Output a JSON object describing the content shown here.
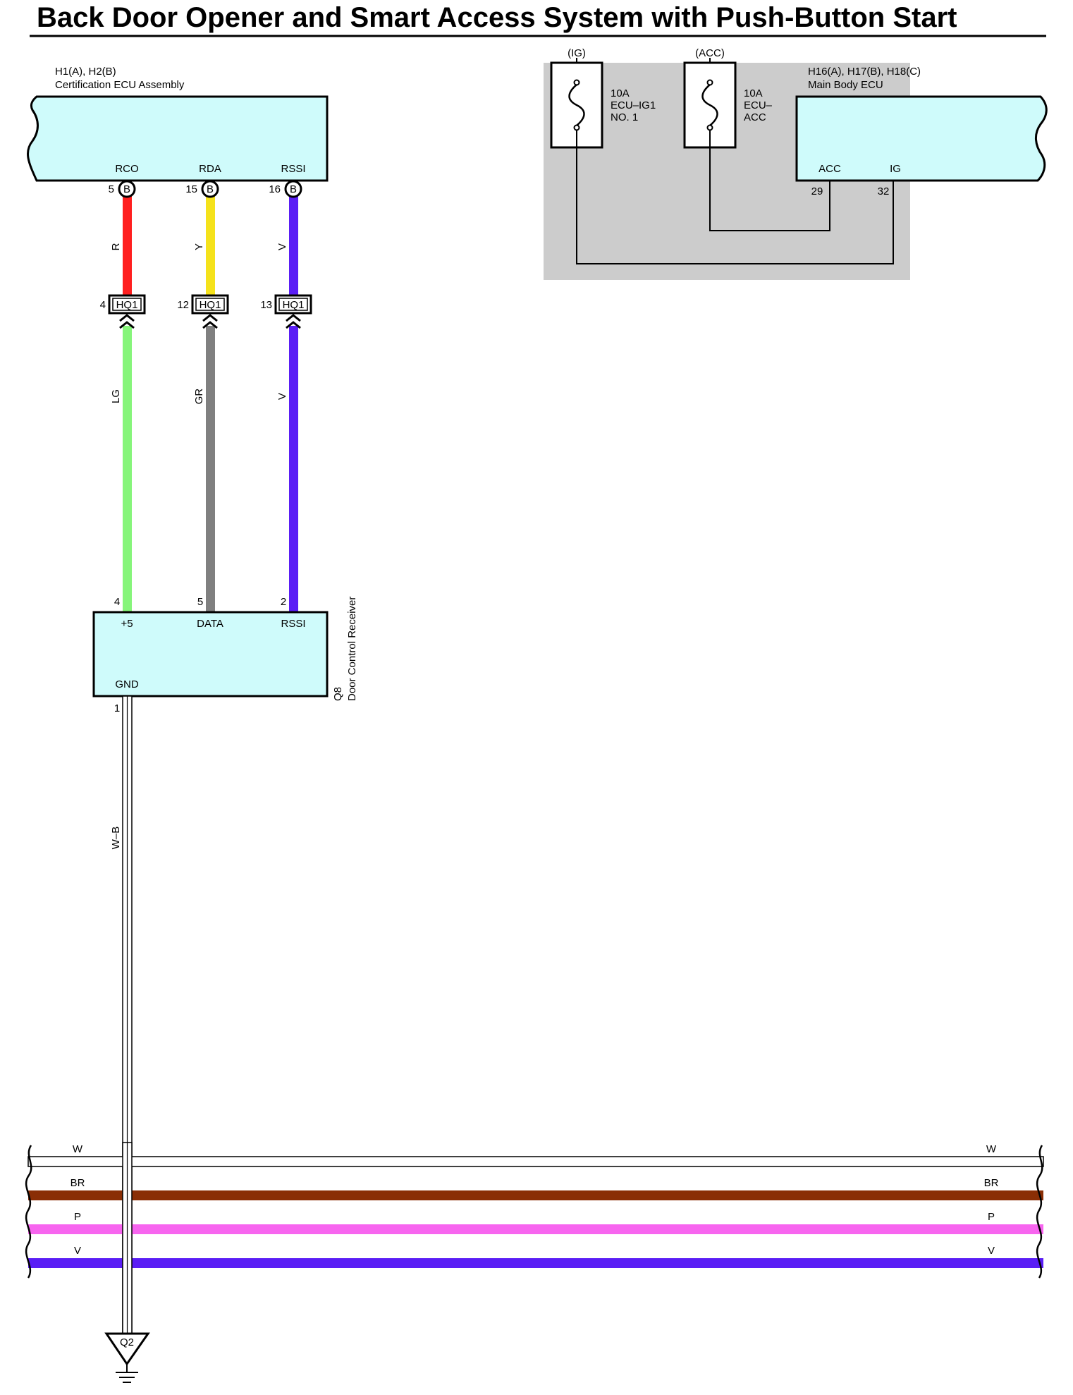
{
  "title": "Back Door Opener and Smart Access System with Push-Button Start",
  "colors": {
    "R": "#ff1f1f",
    "Y": "#f5e21b",
    "V": "#5a1ef5",
    "LG": "#86f57a",
    "GR": "#808080",
    "BR": "#8a2e05",
    "P": "#f765ef",
    "W": "#ffffff",
    "component_fill": "#cffbfb",
    "junction_fill": "#cccccc"
  },
  "cert_ecu": {
    "codes": "H1(A), H2(B)",
    "name": "Certification ECU Assembly",
    "terminals": [
      {
        "label": "RCO",
        "pin": "5",
        "connector": "B"
      },
      {
        "label": "RDA",
        "pin": "15",
        "connector": "B"
      },
      {
        "label": "RSSI",
        "pin": "16",
        "connector": "B"
      }
    ]
  },
  "upper_wires": [
    "R",
    "Y",
    "V"
  ],
  "junction_connectors": [
    {
      "pin": "4",
      "name": "HQ1"
    },
    {
      "pin": "12",
      "name": "HQ1"
    },
    {
      "pin": "13",
      "name": "HQ1"
    }
  ],
  "lower_wires": [
    "LG",
    "GR",
    "V"
  ],
  "receiver": {
    "code": "Q8",
    "name": "Door Control Receiver",
    "terminals": [
      {
        "label": "+5",
        "pin": "4"
      },
      {
        "label": "DATA",
        "pin": "5"
      },
      {
        "label": "RSSI",
        "pin": "2"
      }
    ],
    "gnd_label": "GND",
    "gnd_pin": "1"
  },
  "ground_wire": "W–B",
  "ground_point": "Q2",
  "fuses": [
    {
      "circuit": "(IG)",
      "rating": "10A",
      "name_lines": [
        "ECU–IG1",
        "NO. 1"
      ]
    },
    {
      "circuit": "(ACC)",
      "rating": "10A",
      "name_lines": [
        "ECU–",
        "ACC"
      ]
    }
  ],
  "main_body_ecu": {
    "codes": "H16(A), H17(B), H18(C)",
    "name": "Main Body ECU",
    "terminals": [
      {
        "label": "ACC",
        "pin": "29"
      },
      {
        "label": "IG",
        "pin": "32"
      }
    ]
  },
  "bus_lines": [
    {
      "color": "W",
      "left": "W",
      "right": "W"
    },
    {
      "color": "BR",
      "left": "BR",
      "right": "BR"
    },
    {
      "color": "P",
      "left": "P",
      "right": "P"
    },
    {
      "color": "V",
      "left": "V",
      "right": "V"
    }
  ]
}
